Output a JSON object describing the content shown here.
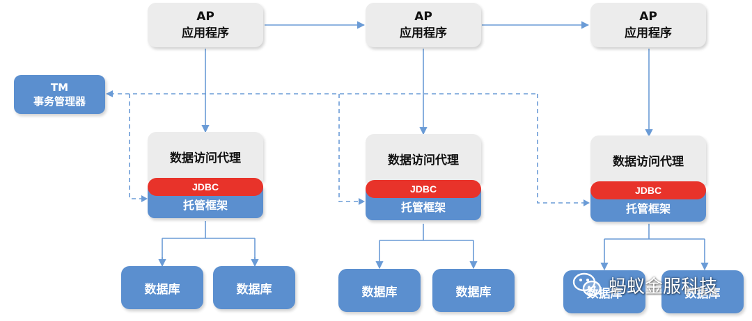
{
  "ap_nodes": [
    {
      "line1": "AP",
      "line2": "应用程序"
    },
    {
      "line1": "AP",
      "line2": "应用程序"
    },
    {
      "line1": "AP",
      "line2": "应用程序"
    }
  ],
  "tm": {
    "line1": "TM",
    "line2": "事务管理器"
  },
  "stacks": [
    {
      "proxy": "数据访问代理",
      "jdbc": "JDBC",
      "host": "托管框架"
    },
    {
      "proxy": "数据访问代理",
      "jdbc": "JDBC",
      "host": "托管框架"
    },
    {
      "proxy": "数据访问代理",
      "jdbc": "JDBC",
      "host": "托管框架"
    }
  ],
  "databases": [
    "数据库",
    "数据库",
    "数据库",
    "数据库",
    "数据库",
    "数据库"
  ],
  "watermark": {
    "text": "蚂蚁金服科技",
    "icon": "wechat-icon"
  },
  "colors": {
    "blue": "#5b8fcf",
    "red": "#e8332a",
    "gray": "#ececec",
    "arrow": "#6a9bd6"
  }
}
